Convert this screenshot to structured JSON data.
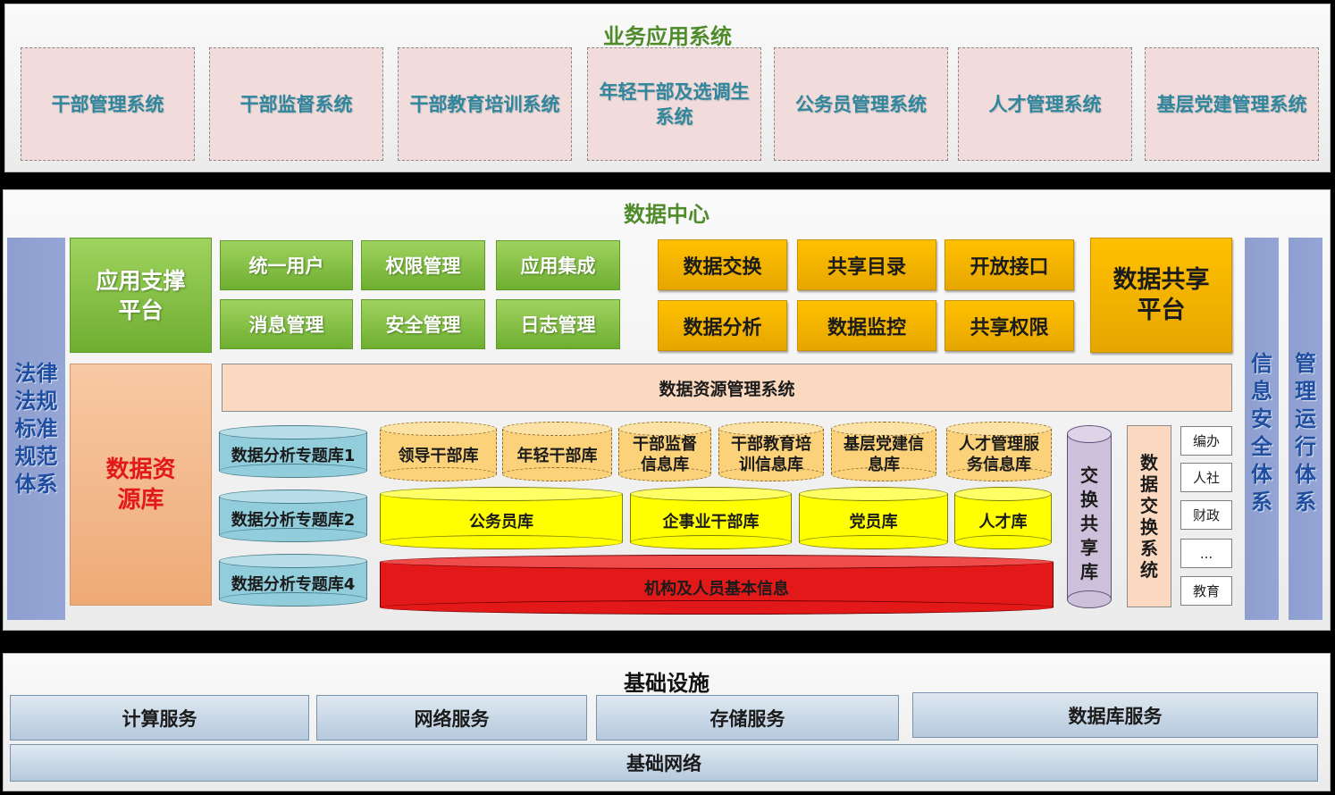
{
  "business": {
    "title": "业务应用系统",
    "systems": [
      "干部管理系统",
      "干部监督系统",
      "干部教育培训系统",
      "年轻干部及选调生系统",
      "公务员管理系统",
      "人才管理系统",
      "基层党建管理系统"
    ]
  },
  "datacenter": {
    "title": "数据中心",
    "left_bar": "法律法规标准规范体系",
    "right_bar1": "信息安全体系",
    "right_bar2": "管理运行体系",
    "app_support": {
      "title": "应用支撑平台",
      "items": [
        "统一用户",
        "权限管理",
        "应用集成",
        "消息管理",
        "安全管理",
        "日志管理"
      ]
    },
    "data_share": {
      "title": "数据共享平台",
      "items": [
        "数据交换",
        "共享目录",
        "开放接口",
        "数据分析",
        "数据监控",
        "共享权限"
      ]
    },
    "resource_lib": "数据资源库",
    "resource_mgmt": "数据资源管理系统",
    "topic_libs": [
      "数据分析专题库1",
      "数据分析专题库2",
      "数据分析专题库4"
    ],
    "orange_libs": [
      "领导干部库",
      "年轻干部库",
      "干部监督信息库",
      "干部教育培训信息库",
      "基层党建信息库",
      "人才管理服务信息库"
    ],
    "yellow_libs": [
      "公务员库",
      "企事业干部库",
      "党员库",
      "人才库"
    ],
    "base_lib": "机构及人员基本信息",
    "exchange_lib": "交换共享库",
    "exchange_sys": "数据交换系统",
    "depts": [
      "编办",
      "人社",
      "财政",
      "...",
      "教育"
    ]
  },
  "infrastructure": {
    "title": "基础设施",
    "services": [
      "计算服务",
      "网络服务",
      "存储服务",
      "数据库服务"
    ],
    "network": "基础网络"
  },
  "colors": {
    "biz_title": "#4f8a2b",
    "biz_text": "#31859c",
    "green": "#7ab648",
    "orange": "#ffc000",
    "resource_red": "#e31919",
    "bar_blue": "#1f4ea0"
  }
}
